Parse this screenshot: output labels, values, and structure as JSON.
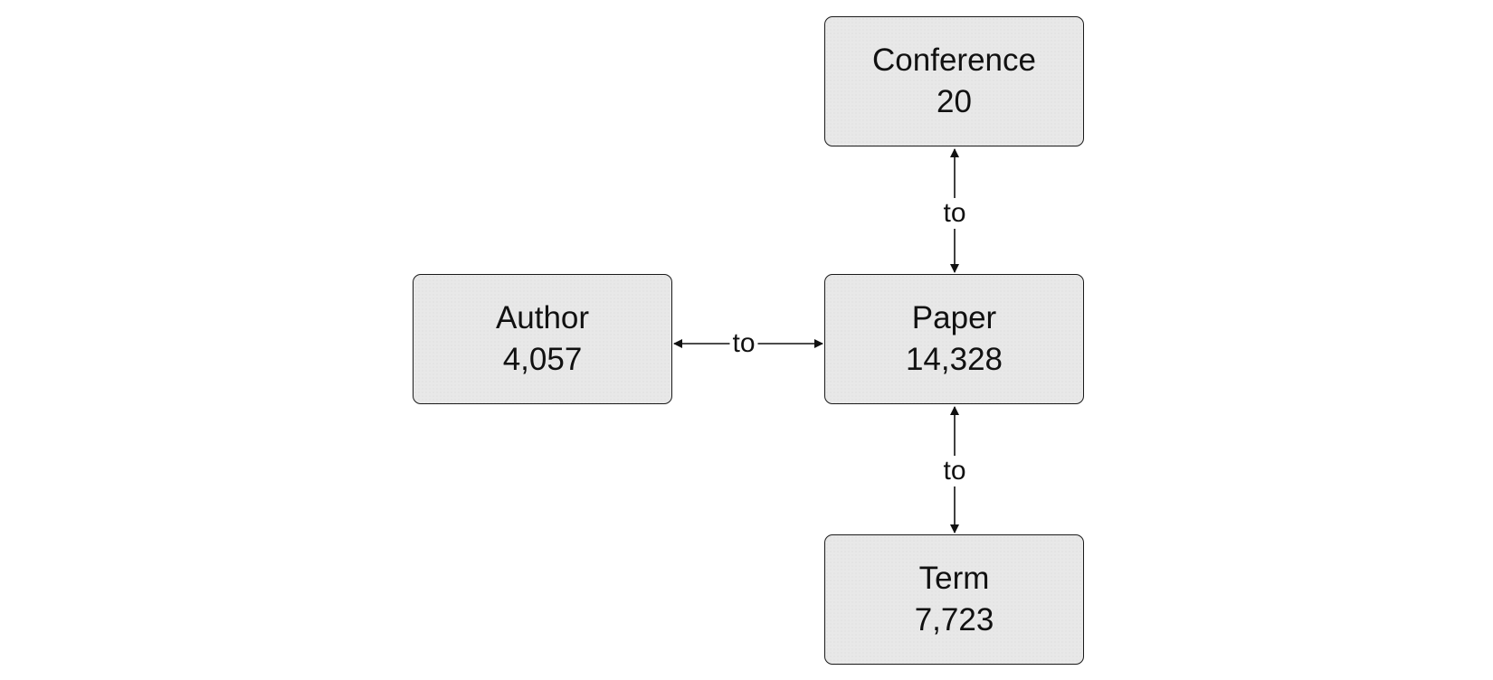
{
  "nodes": {
    "conference": {
      "name": "Conference",
      "count": "20"
    },
    "author": {
      "name": "Author",
      "count": "4,057"
    },
    "paper": {
      "name": "Paper",
      "count": "14,328"
    },
    "term": {
      "name": "Term",
      "count": "7,723"
    }
  },
  "edges": {
    "conference_paper": {
      "label": "to",
      "direction": "bidirectional"
    },
    "author_paper": {
      "label": "to",
      "direction": "bidirectional"
    },
    "paper_term": {
      "label": "to",
      "direction": "bidirectional"
    }
  },
  "colors": {
    "node_fill": "#e8e8e8",
    "node_border": "#1a1a1a",
    "edge": "#111111"
  }
}
